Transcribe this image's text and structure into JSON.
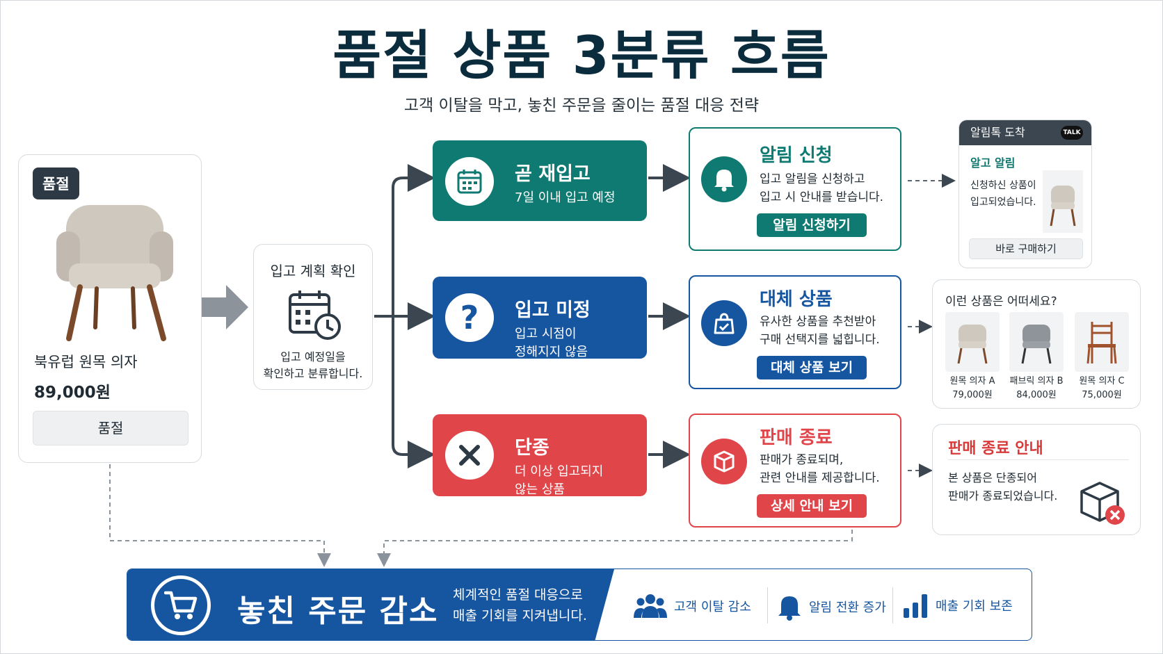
{
  "title": "품절 상품 3분류 흐름",
  "subtitle": "고객 이탈을 막고, 놓친 주문을 줄이는 품절 대응 전략",
  "product": {
    "badge": "품절",
    "name": "북유럽 원목 의자",
    "price": "89,000원",
    "status_button": "품절"
  },
  "check": {
    "title": "입고 계획 확인",
    "desc_line1": "입고 예정일을",
    "desc_line2": "확인하고 분류합니다."
  },
  "categories": [
    {
      "title": "곧 재입고",
      "desc_line1": "7일 이내 입고 예정",
      "desc_line2": "",
      "color": "#0f7a72",
      "icon": "calendar-icon"
    },
    {
      "title": "입고 미정",
      "desc_line1": "입고 시점이",
      "desc_line2": "정해지지 않음",
      "color": "#1655a0",
      "icon": "question-icon"
    },
    {
      "title": "단종",
      "desc_line1": "더 이상 입고되지",
      "desc_line2": "않는 상품",
      "color": "#e0454a",
      "icon": "x-icon"
    }
  ],
  "results": [
    {
      "title": "알림 신청",
      "desc_line1": "입고 알림을 신청하고",
      "desc_line2": "입고 시 안내를 받습니다.",
      "button": "알림 신청하기",
      "color": "#0f7a72",
      "icon": "bell-icon"
    },
    {
      "title": "대체 상품",
      "desc_line1": "유사한 상품을 추천받아",
      "desc_line2": "구매 선택지를 넓힙니다.",
      "button": "대체 상품 보기",
      "color": "#1655a0",
      "icon": "shopping-bag-icon"
    },
    {
      "title": "판매 종료",
      "desc_line1": "판매가 종료되며,",
      "desc_line2": "관련 안내를 제공합니다.",
      "button": "상세 안내 보기",
      "color": "#e0454a",
      "icon": "box-icon"
    }
  ],
  "talk": {
    "header": "알림톡 도착",
    "bubble": "TALK",
    "subtitle": "알고 알림",
    "msg_line1": "신청하신 상품이",
    "msg_line2": "입고되었습니다.",
    "button": "바로 구매하기"
  },
  "reco": {
    "title": "이런 상품은 어떠세요?",
    "items": [
      {
        "name": "원목 의자 A",
        "price": "79,000원"
      },
      {
        "name": "패브릭 의자 B",
        "price": "84,000원"
      },
      {
        "name": "원목 의자 C",
        "price": "75,000원"
      }
    ]
  },
  "end_notice": {
    "title": "판매 종료 안내",
    "msg_line1": "본 상품은 단종되어",
    "msg_line2": "판매가 종료되었습니다."
  },
  "banner": {
    "title": "놓친 주문 감소",
    "desc_line1": "체계적인 품절 대응으로",
    "desc_line2": "매출 기회를 지켜냅니다.",
    "benefits": [
      "고객 이탈 감소",
      "알림 전환 증가",
      "매출 기회 보존"
    ]
  },
  "colors": {
    "teal": "#0f7a72",
    "blue": "#1655a0",
    "red": "#e0454a",
    "navy": "#0b2c3d"
  }
}
